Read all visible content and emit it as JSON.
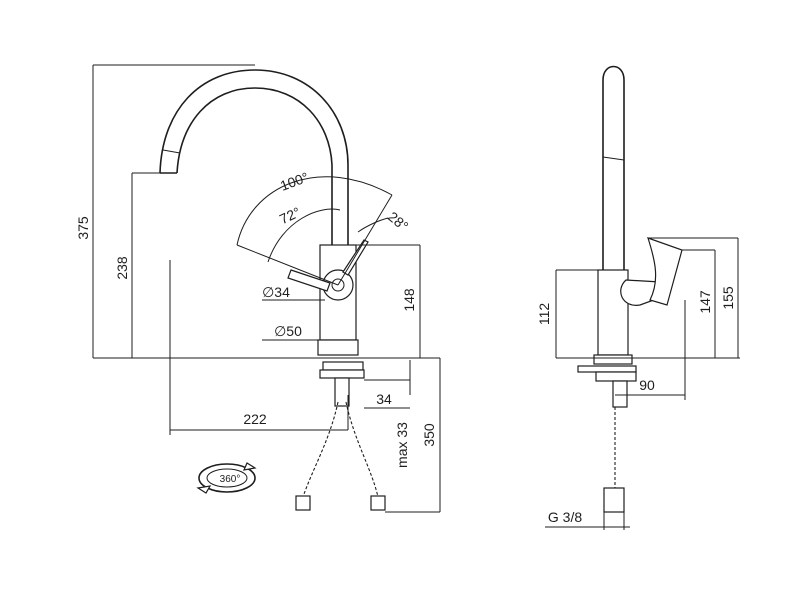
{
  "front_view": {
    "height_total": "375",
    "spout_height": "238",
    "spout_reach": "222",
    "body_height": "148",
    "angle_outer": "100°",
    "angle_inner": "72°",
    "angle_right": "28°",
    "diameter_body": "∅34",
    "diameter_base": "∅50",
    "hole_diameter": "34",
    "max_thickness": "max 33",
    "hose_length": "350",
    "rotation": "360°"
  },
  "side_view": {
    "body_height": "112",
    "lever_height": "147",
    "lever_top_height": "155",
    "lever_reach": "90",
    "thread": "G 3/8"
  }
}
